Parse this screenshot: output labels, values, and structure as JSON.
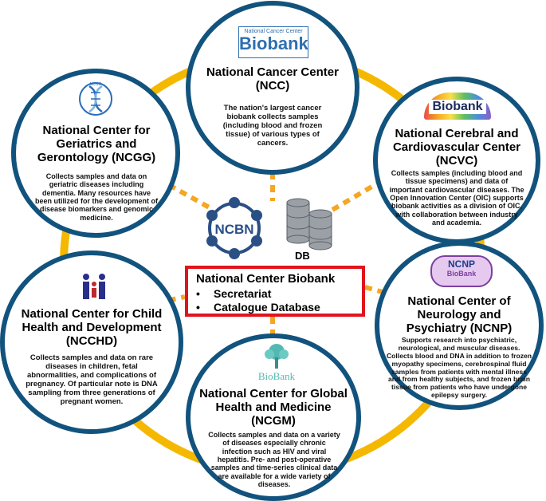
{
  "colors": {
    "ring": "#f5b800",
    "circle_border": "#12537e",
    "hub_border": "#e0141e",
    "link_dotted": "#f5a623",
    "ncbn_blue": "#2a4f85"
  },
  "centers": {
    "ncc": {
      "logo_small": "National Cancer Center",
      "logo_big": "Biobank",
      "title": "National Cancer Center (NCC)",
      "desc": "The nation's largest cancer biobank collects samples (including blood and frozen tissue) of various types of cancers."
    },
    "ncgg": {
      "logo_text": "NCGG",
      "title": "National Center for Geriatrics and Gerontology (NCGG)",
      "desc": "Collects samples and data on geriatric diseases including dementia. Many resources have been utilized for the development of disease biomarkers and genomic medicine."
    },
    "ncvc": {
      "logo_text": "Biobank",
      "title": "National Cerebral and Cardiovascular Center (NCVC)",
      "desc": "Collects samples (including blood and tissue specimens) and data of important cardiovascular diseases. The Open Innovation Center (OIC) supports biobank activities as a division of OIC, with collaboration between industry and academia."
    },
    "ncchd": {
      "title": "National Center for Child Health and Development (NCCHD)",
      "desc": "Collects samples and data on rare diseases in children, fetal abnormalities, and complications of pregnancy. Of particular note is DNA sampling from three generations of pregnant women."
    },
    "ncnp": {
      "logo_top": "NCNP",
      "logo_bottom": "BioBank",
      "title": "National Center of Neurology and Psychiatry (NCNP)",
      "desc": "Supports research into psychiatric, neurological, and muscular diseases. Collects blood and DNA in addition to frozen myopathy specimens, cerebrospinal fluid samples from patients with mental illness and from healthy subjects, and frozen brain tissue from patients who have undergone epilepsy surgery."
    },
    "ncgm": {
      "logo_text": "BioBank",
      "title": "National Center for Global Health and Medicine (NCGM)",
      "desc": "Collects samples and data on a variety of diseases especially chronic infection such as HIV and viral hepatitis. Pre- and post-operative samples and time-series clinical data are available for a wide variety of diseases."
    }
  },
  "hub": {
    "title": "National Center Biobank",
    "items": [
      "Secretariat",
      "Catalogue Database"
    ],
    "bullet": "•"
  },
  "ncbn_label": "NCBN",
  "db_label": "DB"
}
